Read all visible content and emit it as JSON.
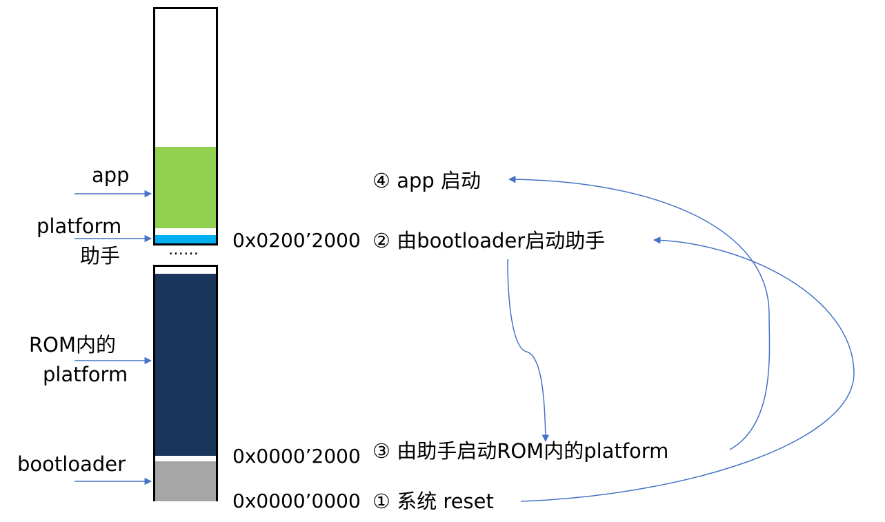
{
  "regions": {
    "app": {
      "label": "app",
      "color": "#92d050"
    },
    "platform_helper": {
      "label_line1": "platform",
      "label_line2": "助手",
      "color": "#00b0f0"
    },
    "rom_platform": {
      "label_line1": "ROM内的",
      "label_line2": "platform",
      "color": "#1a365d"
    },
    "bootloader": {
      "label": "bootloader",
      "color": "#a6a6a6"
    }
  },
  "gap_marker": "……",
  "addresses": {
    "a0200_2000": "0x0200’2000",
    "a0000_2000": "0x0000’2000",
    "a0000_0000": "0x0000’0000"
  },
  "steps": {
    "step1": "① 系统 reset",
    "step2": "② 由bootloader启动助手",
    "step3": "③ 由助手启动ROM内的platform",
    "step4": "④ app 启动"
  },
  "colors": {
    "arrow": "#4472c4",
    "border": "#000000"
  }
}
